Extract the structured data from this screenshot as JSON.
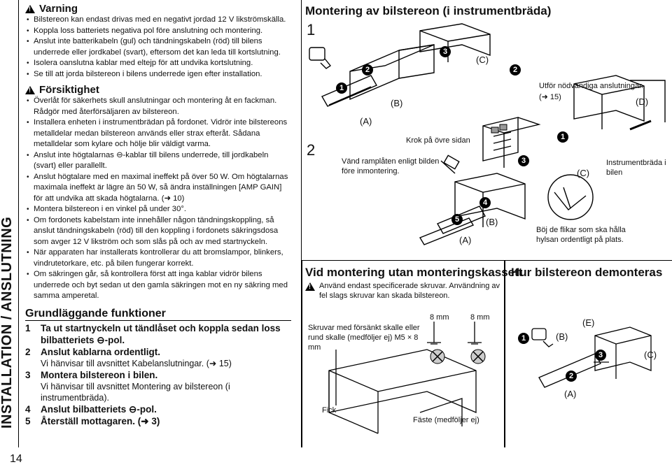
{
  "sidebar": {
    "label": "INSTALLATION / ANSLUTNING"
  },
  "page_number": "14",
  "warning": {
    "title": "Varning",
    "items": [
      "Bilstereon kan endast drivas med en negativt jordad 12 V likströmskälla.",
      "Koppla loss batteriets negativa pol före anslutning och montering.",
      "Anslut inte batterikabeln (gul) och tändningskabeln (röd) till bilens underrede eller jordkabel (svart), eftersom det kan leda till kortslutning.",
      "Isolera oanslutna kablar med eltejp för att undvika kortslutning.",
      "Se till att jorda bilstereon i bilens underrede igen efter installation."
    ]
  },
  "caution": {
    "title": "Försiktighet",
    "items": [
      "Överlåt för säkerhets skull anslutningar och montering åt en fackman. Rådgör med återförsäljaren av bilstereon.",
      "Installera enheten i instrumentbrädan på fordonet. Vidrör inte bilstereons metalldelar medan bilstereon används eller strax efteråt. Sådana metalldelar som kylare och hölje blir väldigt varma.",
      "Anslut inte högtalarnas ⊖-kablar till bilens underrede, till jordkabeln (svart) eller parallellt.",
      "Anslut högtalare med en maximal ineffekt på över 50 W. Om högtalarnas maximala ineffekt är lägre än 50 W, så ändra inställningen [AMP GAIN] för att undvika att skada högtalarna. (➜ 10)",
      "Montera bilstereon i en vinkel på under 30°.",
      "Om fordonets kabelstam inte innehåller någon tändningskoppling, så anslut tändningskabeln (röd) till den koppling i fordonets säkringsdosa som avger 12 V likström och som slås på och av med startnyckeln.",
      "När apparaten har installerats kontrollerar du att bromslampor, blinkers, vindrutetorkare, etc. på bilen fungerar korrekt.",
      "Om säkringen går, så kontrollera först att inga kablar vidrör bilens underrede och byt sedan ut den gamla säkringen mot en ny säkring med samma amperetal."
    ]
  },
  "basics": {
    "title": "Grundläggande funktioner",
    "steps": [
      {
        "n": "1",
        "text": "Ta ut startnyckeln ut tändlåset och koppla sedan loss bilbatteriets ⊖-pol.",
        "sub": ""
      },
      {
        "n": "2",
        "text": "Anslut kablarna ordentligt.",
        "sub": "Vi hänvisar till avsnittet Kabelanslutningar. (➜ 15)"
      },
      {
        "n": "3",
        "text": "Montera bilstereon i bilen.",
        "sub": "Vi hänvisar till avsnittet Montering av bilstereon (i instrumentbräda)."
      },
      {
        "n": "4",
        "text": "Anslut bilbatteriets ⊖-pol.",
        "sub": ""
      },
      {
        "n": "5",
        "text": "Återställ mottagaren. (➜ 3)",
        "sub": ""
      }
    ]
  },
  "mounting": {
    "title": "Montering av bilstereon (i instrumentbräda)",
    "step1": "1",
    "step2": "2",
    "labels": {
      "a": "(A)",
      "b": "(B)",
      "c": "(C)",
      "d": "(D)",
      "connect": "Utför nödvändiga anslutningar.",
      "connect_ref": "(➜ 15)",
      "dashboard": "Instrumentbräda i bilen",
      "hook": "Krok på övre sidan",
      "turn_plate": "Vänd ramplåten enligt bilden före inmontering.",
      "bend": "Böj de flikar som ska hålla hylsan ordentligt på plats."
    }
  },
  "no_kit": {
    "title": "Vid montering utan monteringskassett",
    "note": "Använd endast specificerade skruvar. Användning av fel slags skruvar kan skada bilstereon.",
    "screws": "Skruvar med försänkt skalle eller rund skalle (medföljer ej) M5 × 8 mm",
    "mm1": "8 mm",
    "mm2": "8 mm",
    "pocket": "Fick",
    "bracket": "Fäste (medföljer ej)"
  },
  "removal": {
    "title": "Hur bilstereon demonteras",
    "a": "(A)",
    "b": "(B)",
    "c": "(C)",
    "e": "(E)"
  }
}
